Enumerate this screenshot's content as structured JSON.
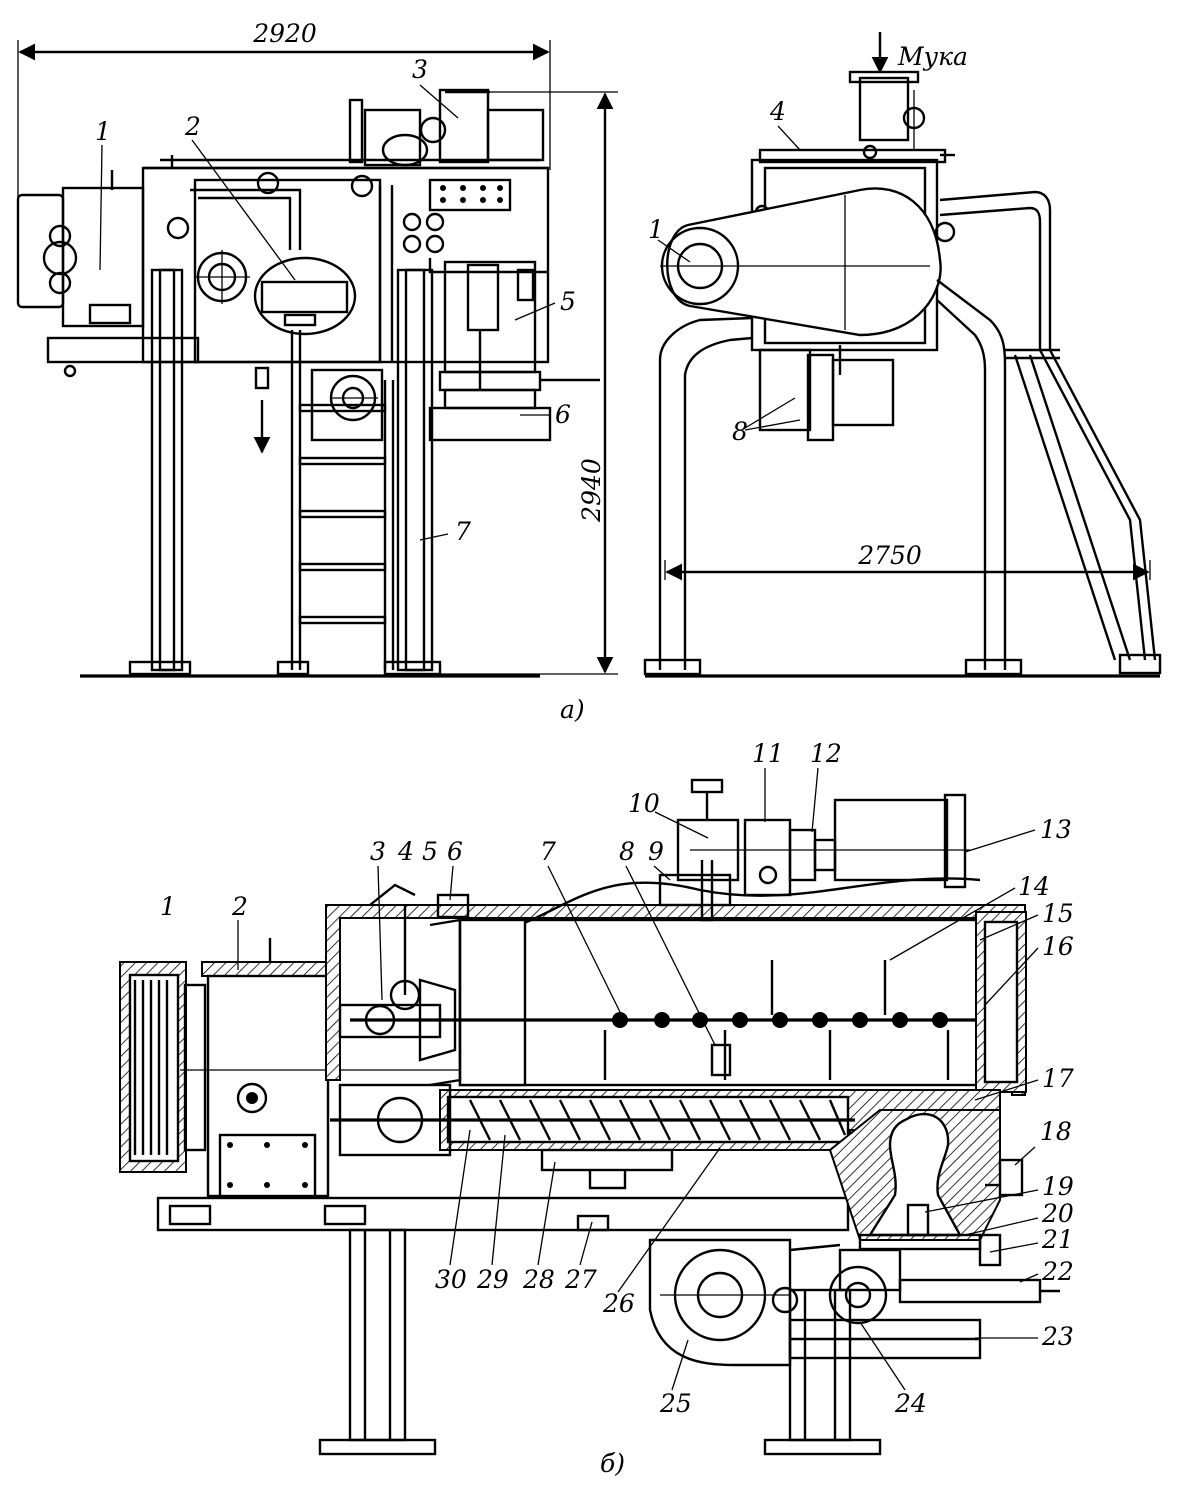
{
  "view_a": {
    "caption": "а)",
    "dimension_width": "2920",
    "dimension_height": "2940",
    "dimension_depth": "2750",
    "input_label": "Мука",
    "front_labels": [
      "1",
      "2",
      "3",
      "5",
      "6",
      "7"
    ],
    "side_labels": [
      "1",
      "4",
      "8"
    ]
  },
  "view_b": {
    "caption": "б)",
    "labels": [
      "1",
      "2",
      "3",
      "4",
      "5",
      "6",
      "7",
      "8",
      "9",
      "10",
      "11",
      "12",
      "13",
      "14",
      "15",
      "16",
      "17",
      "18",
      "19",
      "20",
      "21",
      "22",
      "23",
      "24",
      "25",
      "26",
      "27",
      "28",
      "29",
      "30"
    ]
  }
}
